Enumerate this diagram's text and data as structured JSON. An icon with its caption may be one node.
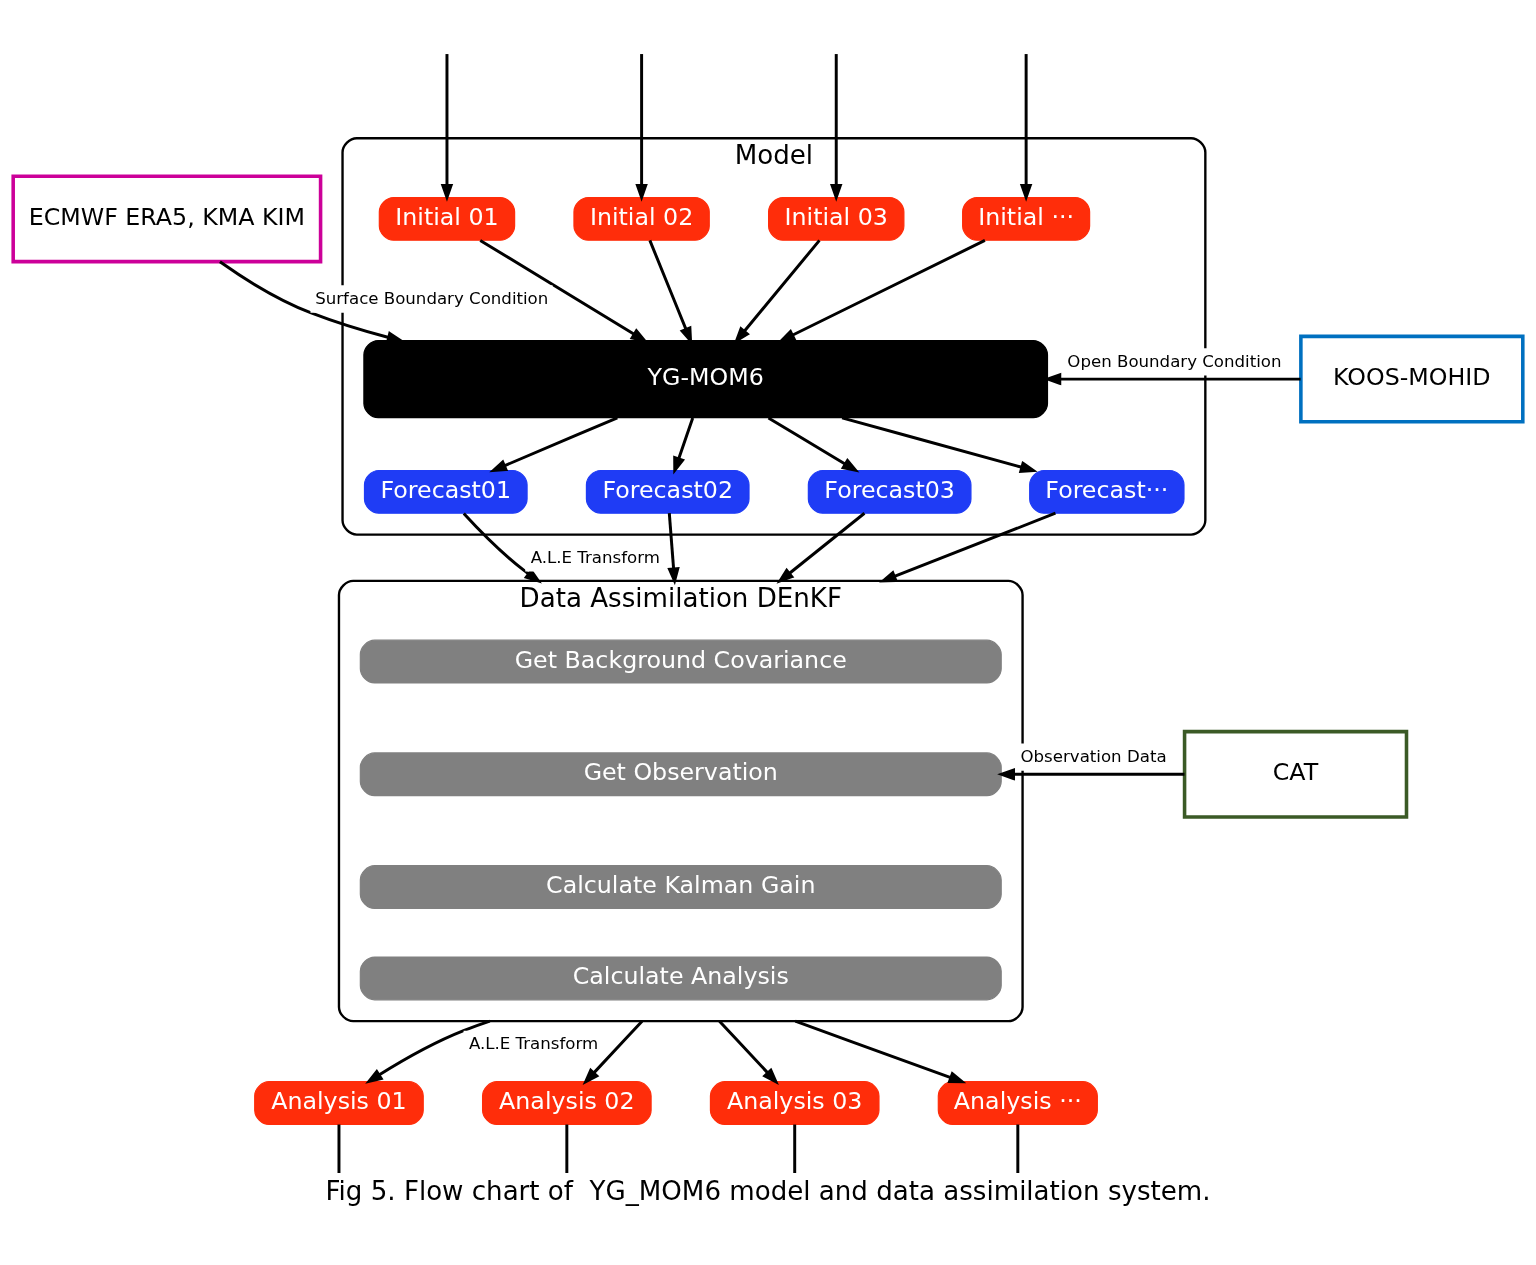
{
  "diagram": {
    "caption": "Fig 5. Flow chart of  YG_MOM6 model and data assimilation system.",
    "nodes": [
      {
        "text": [
          "Model"
        ]
      },
      {
        "text": [
          "Initial 01"
        ],
        "in": 0
      },
      {
        "text": [
          "Initial 02"
        ],
        "in": 0
      },
      {
        "text": [
          "Initial 03"
        ],
        "in": 0
      },
      {
        "text": [
          "Initial ···"
        ],
        "in": 0
      },
      {
        "text": [
          "YG-MOM6"
        ],
        "in": 0
      },
      {
        "text": [
          "Forecast01"
        ],
        "in": 0
      },
      {
        "text": [
          "Forecast02"
        ],
        "in": 0
      },
      {
        "text": [
          "Forecast03"
        ],
        "in": 0
      },
      {
        "text": [
          "Forecast···"
        ],
        "in": 0
      },
      {
        "text": [
          "ECMWF ERA5, KMA KIM"
        ]
      },
      {
        "text": [
          "KOOS-MOHID"
        ]
      },
      {
        "text": [
          "Data Assimilation DEnKF"
        ]
      },
      {
        "text": [
          "Get Background Covariance"
        ],
        "in": 12
      },
      {
        "text": [
          "Get Observation"
        ],
        "in": 12
      },
      {
        "text": [
          "Calculate Kalman Gain"
        ],
        "in": 12
      },
      {
        "text": [
          "Calculate Analysis"
        ],
        "in": 12
      },
      {
        "text": [
          "CAT"
        ]
      },
      {
        "text": [
          "Analysis 01"
        ]
      },
      {
        "text": [
          "Analysis 02"
        ]
      },
      {
        "text": [
          "Analysis 03"
        ]
      },
      {
        "text": [
          "Analysis ···"
        ]
      }
    ],
    "edges": [
      {
        "from": 1,
        "to": 5,
        "arrow": "to"
      },
      {
        "from": 2,
        "to": 5,
        "arrow": "to"
      },
      {
        "from": 3,
        "to": 5,
        "arrow": "to"
      },
      {
        "from": 4,
        "to": 5,
        "arrow": "to"
      },
      {
        "from": 5,
        "to": 6,
        "arrow": "to"
      },
      {
        "from": 5,
        "to": 7,
        "arrow": "to"
      },
      {
        "from": 5,
        "to": 8,
        "arrow": "to"
      },
      {
        "from": 5,
        "to": 9,
        "arrow": "to"
      },
      {
        "from": 10,
        "to": 5,
        "arrow": "to",
        "label": "Surface Boundary Condition"
      },
      {
        "from": 11,
        "to": 5,
        "arrow": "to",
        "label": "Open Boundary Condition"
      },
      {
        "from": 6,
        "to": 12,
        "arrow": "to",
        "label": "A.L.E Transform"
      },
      {
        "from": 7,
        "to": 12,
        "arrow": "to"
      },
      {
        "from": 8,
        "to": 12,
        "arrow": "to"
      },
      {
        "from": 9,
        "to": 12,
        "arrow": "to"
      },
      {
        "from": 17,
        "to": 14,
        "arrow": "to",
        "label": "Observation Data"
      },
      {
        "from": 12,
        "to": 18,
        "arrow": "to",
        "label": "A.L.E Transform"
      },
      {
        "from": 12,
        "to": 19,
        "arrow": "to"
      },
      {
        "from": 12,
        "to": 20,
        "arrow": "to"
      },
      {
        "from": 12,
        "to": 21,
        "arrow": "to"
      },
      {
        "from": 18,
        "to": null,
        "arrow": "none"
      },
      {
        "from": 19,
        "to": null,
        "arrow": "none"
      },
      {
        "from": 20,
        "to": null,
        "arrow": "none"
      },
      {
        "from": 21,
        "to": null,
        "arrow": "none"
      },
      {
        "from": null,
        "to": 1,
        "arrow": "to"
      },
      {
        "from": null,
        "to": 2,
        "arrow": "to"
      },
      {
        "from": null,
        "to": 3,
        "arrow": "to"
      },
      {
        "from": null,
        "to": 4,
        "arrow": "to"
      }
    ]
  }
}
